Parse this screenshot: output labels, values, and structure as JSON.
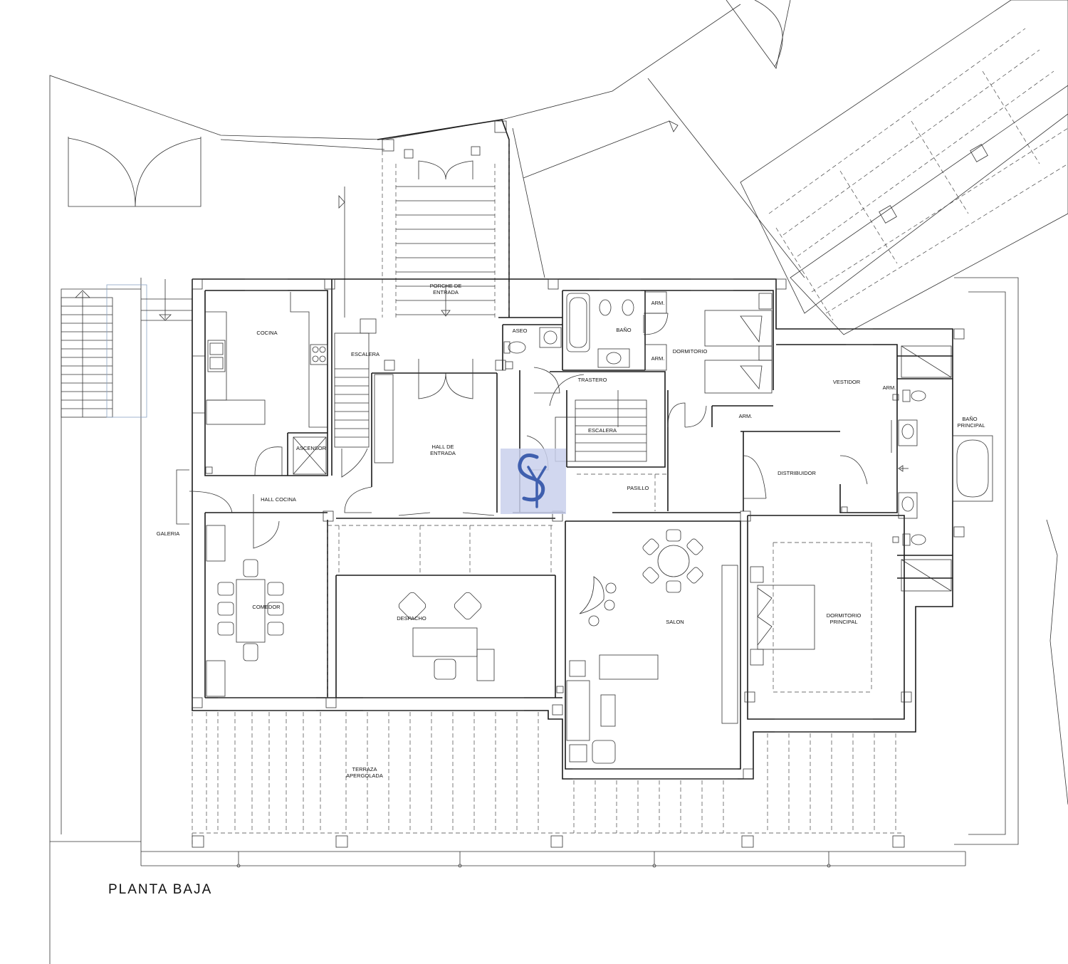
{
  "drawing_title": "PLANTA BAJA",
  "rooms": [
    {
      "id": "porche",
      "lines": [
        "PORCHE DE",
        "ENTRADA"
      ]
    },
    {
      "id": "cocina",
      "lines": [
        "COCINA"
      ]
    },
    {
      "id": "escalera-servicio",
      "lines": [
        "ESCALERA"
      ]
    },
    {
      "id": "aseo",
      "lines": [
        "ASEO"
      ]
    },
    {
      "id": "bano",
      "lines": [
        "BAÑO"
      ]
    },
    {
      "id": "arm1",
      "lines": [
        "ARM."
      ]
    },
    {
      "id": "arm2",
      "lines": [
        "ARM."
      ]
    },
    {
      "id": "dormitorio",
      "lines": [
        "DORMITORIO"
      ]
    },
    {
      "id": "trastero",
      "lines": [
        "TRASTERO"
      ]
    },
    {
      "id": "escalera",
      "lines": [
        "ESCALERA"
      ]
    },
    {
      "id": "arm3",
      "lines": [
        "ARM."
      ]
    },
    {
      "id": "vestidor",
      "lines": [
        "VESTIDOR"
      ]
    },
    {
      "id": "arm4",
      "lines": [
        "ARM."
      ]
    },
    {
      "id": "bano-principal",
      "lines": [
        "BAÑO",
        "PRINCIPAL"
      ]
    },
    {
      "id": "ascensor",
      "lines": [
        "ASCENSOR"
      ]
    },
    {
      "id": "hall-entrada",
      "lines": [
        "HALL DE",
        "ENTRADA"
      ]
    },
    {
      "id": "distribuidor",
      "lines": [
        "DISTRIBUIDOR"
      ]
    },
    {
      "id": "pasillo",
      "lines": [
        "PASILLO"
      ]
    },
    {
      "id": "hall-cocina",
      "lines": [
        "HALL COCINA"
      ]
    },
    {
      "id": "galeria",
      "lines": [
        "GALERIA"
      ]
    },
    {
      "id": "comedor",
      "lines": [
        "COMEDOR"
      ]
    },
    {
      "id": "despacho",
      "lines": [
        "DESPACHO"
      ]
    },
    {
      "id": "salon",
      "lines": [
        "SALON"
      ]
    },
    {
      "id": "dormitorio-principal",
      "lines": [
        "DORMITORIO",
        "PRINCIPAL"
      ]
    },
    {
      "id": "terraza",
      "lines": [
        "TERRAZA",
        "APERGOLADA"
      ]
    }
  ],
  "logo": {
    "text": "SY",
    "color": "#3f5fae",
    "background": "#c9d0ec"
  }
}
